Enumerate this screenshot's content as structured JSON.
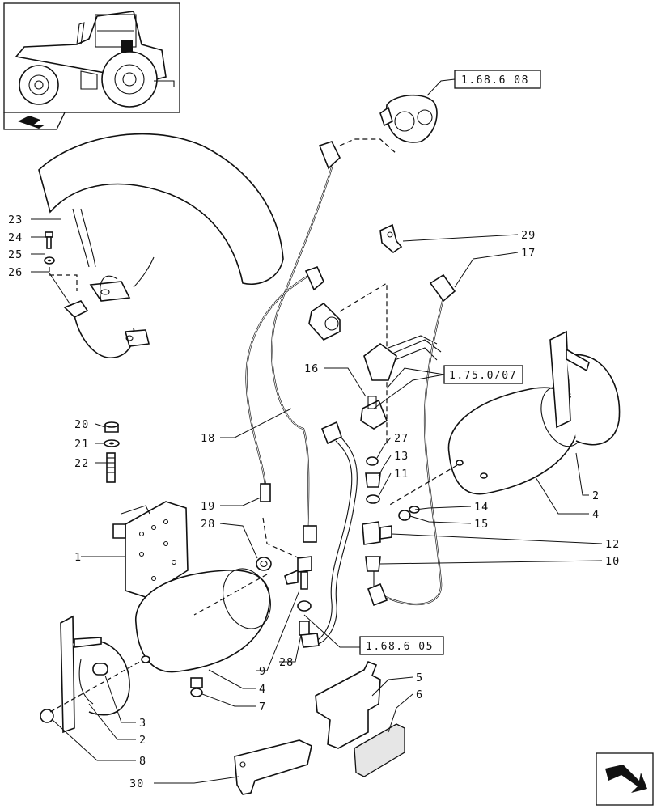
{
  "labels": {
    "p1": "1",
    "p2a": "2",
    "p2b": "2",
    "p3": "3",
    "p4a": "4",
    "p4b": "4",
    "p5": "5",
    "p6": "6",
    "p7": "7",
    "p8": "8",
    "p9": "9",
    "p10": "10",
    "p11": "11",
    "p12": "12",
    "p13": "13",
    "p14": "14",
    "p15": "15",
    "p16": "16",
    "p17": "17",
    "p18": "18",
    "p19": "19",
    "p20": "20",
    "p21": "21",
    "p22": "22",
    "p23": "23",
    "p24": "24",
    "p25": "25",
    "p26": "26",
    "p27": "27",
    "p28a": "28",
    "p28b": "28",
    "p29": "29",
    "p30": "30"
  },
  "references": {
    "r_68608": "1.68.6 08",
    "r_7507": "1.75.0/07",
    "r_68605": "1.68.6 05"
  },
  "icons": {
    "thumbnail": "tractor-thumbnail-icon",
    "corner_left": "book-arrow-icon",
    "corner_right": "next-page-arrow-icon"
  }
}
